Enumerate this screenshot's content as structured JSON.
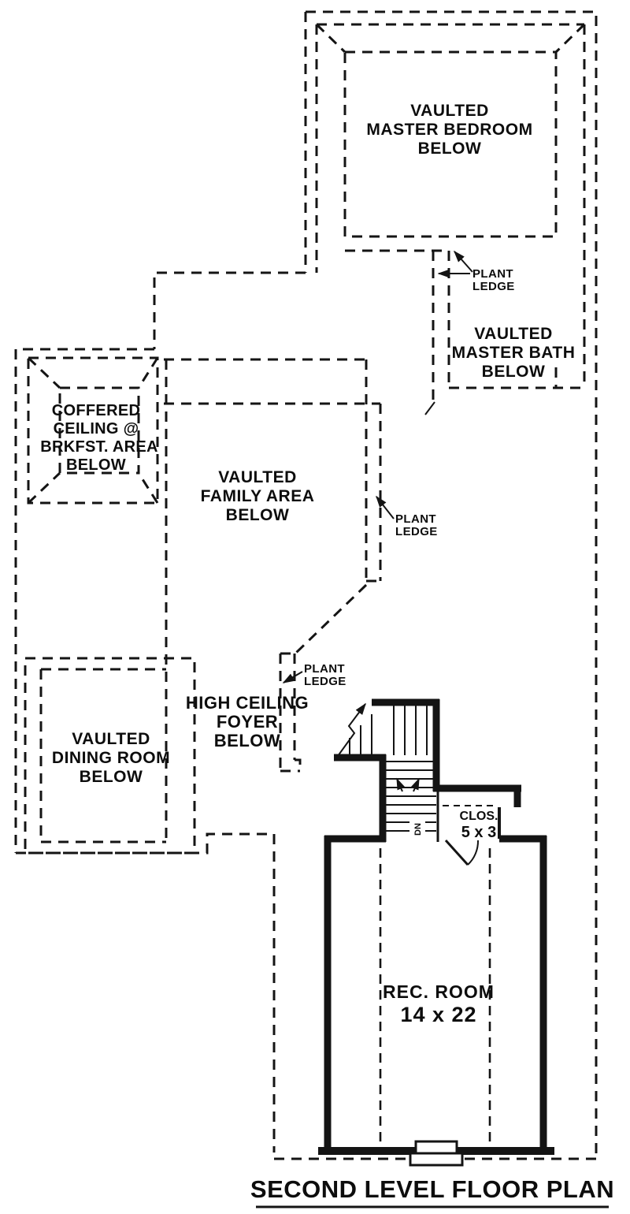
{
  "colors": {
    "ink": "#141414",
    "paper": "#ffffff"
  },
  "title": "SECOND LEVEL FLOOR PLAN",
  "labels": {
    "master_bedroom": {
      "l1": "VAULTED",
      "l2": "MASTER BEDROOM",
      "l3": "BELOW"
    },
    "master_bath": {
      "l1": "VAULTED",
      "l2": "MASTER BATH",
      "l3": "BELOW"
    },
    "coffered_ceiling": {
      "l1": "COFFERED",
      "l2": "CEILING @",
      "l3": "BRKFST. AREA",
      "l4": "BELOW"
    },
    "family_area": {
      "l1": "VAULTED",
      "l2": "FAMILY AREA",
      "l3": "BELOW"
    },
    "foyer": {
      "l1": "HIGH CEILING",
      "l2": "FOYER",
      "l3": "BELOW"
    },
    "dining_room": {
      "l1": "VAULTED",
      "l2": "DINING ROOM",
      "l3": "BELOW"
    },
    "plant_ledge": {
      "l1": "PLANT",
      "l2": "LEDGE"
    },
    "closet": {
      "name": "CLOS.",
      "size": "5 x 3"
    },
    "rec_room": {
      "name": "REC. ROOM",
      "size": "14 x 22"
    },
    "stairs": {
      "direction": "DN"
    }
  }
}
